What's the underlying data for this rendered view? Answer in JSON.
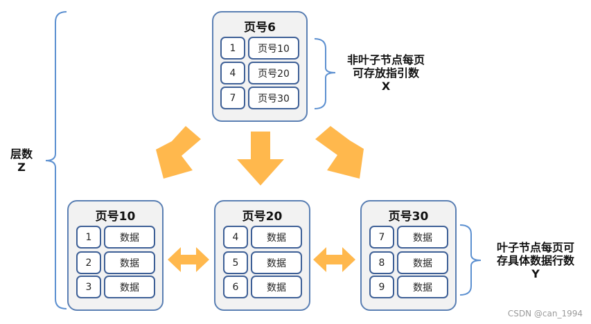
{
  "root": {
    "title": "页号6",
    "rows": [
      {
        "key": "1",
        "ptr": "页号10"
      },
      {
        "key": "4",
        "ptr": "页号20"
      },
      {
        "key": "7",
        "ptr": "页号30"
      }
    ]
  },
  "leaves": [
    {
      "title": "页号10",
      "rows": [
        {
          "key": "1",
          "val": "数据"
        },
        {
          "key": "2",
          "val": "数据"
        },
        {
          "key": "3",
          "val": "数据"
        }
      ]
    },
    {
      "title": "页号20",
      "rows": [
        {
          "key": "4",
          "val": "数据"
        },
        {
          "key": "5",
          "val": "数据"
        },
        {
          "key": "6",
          "val": "数据"
        }
      ]
    },
    {
      "title": "页号30",
      "rows": [
        {
          "key": "7",
          "val": "数据"
        },
        {
          "key": "8",
          "val": "数据"
        },
        {
          "key": "9",
          "val": "数据"
        }
      ]
    }
  ],
  "labels": {
    "nonleaf_line1": "非叶子节点每页",
    "nonleaf_line2": "可存放指引数",
    "nonleaf_var": "X",
    "leaf_line1": "叶子节点每页可",
    "leaf_line2": "存具体数据行数",
    "leaf_var": "Y",
    "layers_line1": "层数",
    "layers_var": "Z"
  },
  "watermark": "CSDN @can_1994",
  "colors": {
    "arrow": "#ffb84d",
    "brace": "#5b8fd0",
    "page_border": "#5a7fb3",
    "page_fill": "#f2f2f2",
    "cell_border": "#3d5f96"
  }
}
